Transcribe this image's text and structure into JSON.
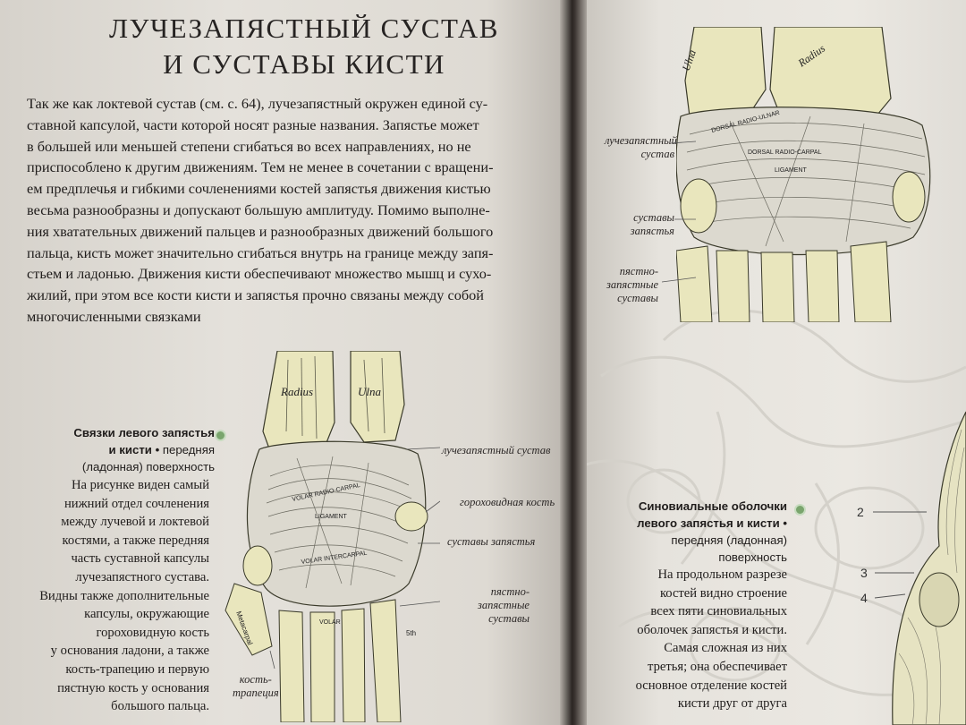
{
  "left_page": {
    "title": [
      "ЛУЧЕЗАПЯСТНЫЙ СУСТАВ",
      "И СУСТАВЫ КИСТИ"
    ],
    "intro": [
      "Так же как локтевой сустав (см. с. 64), лучезапястный окружен единой су-",
      "ставной капсулой, части которой носят разные названия. Запястье может",
      "в большей или меньшей степени сгибаться во всех направлениях, но не",
      "приспособлено к другим движениям. Тем не менее в сочетании с вращени-",
      "ем предплечья и гибкими сочленениями костей запястья движения кистью",
      "весьма разнообразны и допускают большую амплитуду. Помимо выполне-",
      "ния хватательных движений пальцев и разнообразных движений большого",
      "пальца, кисть может значительно сгибаться внутрь на границе между запя-",
      "стьем и ладонью. Движения кисти обеспечивают множество мышц и сухо-",
      "жилий, при этом все кости кисти и запястья прочно связаны между собой",
      "многочисленными связками"
    ],
    "figure": {
      "caption_title": [
        "Связки левого запястья",
        "и кисти •"
      ],
      "caption_title_rest": "передняя",
      "caption_subtitle": "(ладонная) поверхность",
      "body": [
        "На рисунке виден самый",
        "нижний отдел сочленения",
        "между лучевой и локтевой",
        "костями, а также передняя",
        "часть суставной капсулы",
        "лучезапястного сустава.",
        "Видны также дополнительные",
        "капсулы, окружающие",
        "гороховидную кость",
        "у основания ладони, а также",
        "кость-трапецию и первую",
        "пястную кость у основания",
        "большого пальца."
      ],
      "callouts": {
        "radiocarpal": "лучезапястный сустав",
        "pisiform": "гороховидная кость",
        "carpal": "суставы запястья",
        "carpometacarpal": [
          "пястно-",
          "запястные",
          "суставы"
        ],
        "trapezium": [
          "кость-",
          "трапеция"
        ]
      },
      "engraving_labels": {
        "radius": "Radius",
        "ulna": "Ulna",
        "volar_radio_carpal": "VOLAR RADIO-CARPAL",
        "ligament": "LIGAMENT",
        "volar_intercarpal": "VOLAR INTERCARPAL",
        "metacarpal": "Metacarpal",
        "volar": "VOLAR",
        "fifth": "5th"
      }
    }
  },
  "right_page": {
    "top_callouts": {
      "radiocarpal": [
        "лучезапястный",
        "сустав"
      ],
      "carpal": [
        "суставы",
        "запястья"
      ],
      "carpometacarpal": [
        "пястно-",
        "запястные",
        "суставы"
      ]
    },
    "engraving_labels": {
      "ulna": "Ulna",
      "radius": "Radius",
      "dorsal_radio_ulnar": "DORSAL RADIO-ULNAR",
      "dorsal_radio_carpal": "DORSAL RADIO-CARPAL",
      "ligament": "LIGAMENT"
    },
    "figure": {
      "caption_title": [
        "Синовиальные оболочки",
        "левого запястья и кисти •"
      ],
      "caption_subtitle": [
        "передняя (ладонная)",
        "поверхность"
      ],
      "body": [
        "На продольном разрезе",
        "костей видно строение",
        "всех пяти синовиальных",
        "оболочек запястья и кисти.",
        "Самая сложная из них",
        "третья; она обеспечивает",
        "основное отделение костей",
        "кисти друг от друга"
      ],
      "numbers": [
        "2",
        "3",
        "4"
      ]
    }
  },
  "colors": {
    "page": "#e4e1db",
    "bone": "#e8e5b8",
    "accent_dot": "#7aa56d",
    "text": "#1f1c1b"
  }
}
